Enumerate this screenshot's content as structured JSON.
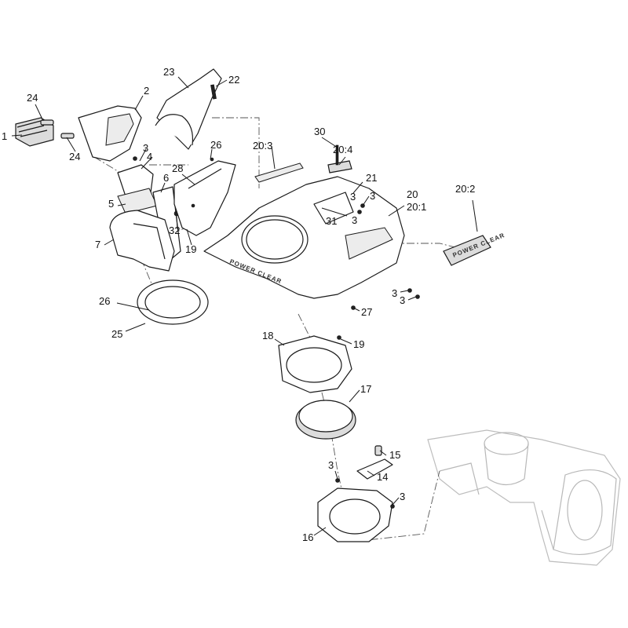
{
  "diagram": {
    "housing_decal_text": "POWER CLEAR",
    "decal_20_2_text": "POWER CLEAR",
    "callouts": [
      {
        "id": "c1",
        "label": "1"
      },
      {
        "id": "c2",
        "label": "2"
      },
      {
        "id": "c3a",
        "label": "3"
      },
      {
        "id": "c3b",
        "label": "3"
      },
      {
        "id": "c3c",
        "label": "3"
      },
      {
        "id": "c3d",
        "label": "3"
      },
      {
        "id": "c3e",
        "label": "3"
      },
      {
        "id": "c3f",
        "label": "3"
      },
      {
        "id": "c3g",
        "label": "3"
      },
      {
        "id": "c3h",
        "label": "3"
      },
      {
        "id": "c4",
        "label": "4"
      },
      {
        "id": "c5",
        "label": "5"
      },
      {
        "id": "c6",
        "label": "6"
      },
      {
        "id": "c7",
        "label": "7"
      },
      {
        "id": "c14",
        "label": "14"
      },
      {
        "id": "c15",
        "label": "15"
      },
      {
        "id": "c16",
        "label": "16"
      },
      {
        "id": "c17",
        "label": "17"
      },
      {
        "id": "c18",
        "label": "18"
      },
      {
        "id": "c19a",
        "label": "19"
      },
      {
        "id": "c19b",
        "label": "19"
      },
      {
        "id": "c20",
        "label": "20"
      },
      {
        "id": "c20_1",
        "label": "20:1"
      },
      {
        "id": "c20_2",
        "label": "20:2"
      },
      {
        "id": "c20_3",
        "label": "20:3"
      },
      {
        "id": "c20_4",
        "label": "20:4"
      },
      {
        "id": "c21",
        "label": "21"
      },
      {
        "id": "c22",
        "label": "22"
      },
      {
        "id": "c23",
        "label": "23"
      },
      {
        "id": "c24a",
        "label": "24"
      },
      {
        "id": "c24b",
        "label": "24"
      },
      {
        "id": "c25",
        "label": "25"
      },
      {
        "id": "c26a",
        "label": "26"
      },
      {
        "id": "c26b",
        "label": "26"
      },
      {
        "id": "c27",
        "label": "27"
      },
      {
        "id": "c28",
        "label": "28"
      },
      {
        "id": "c30",
        "label": "30"
      },
      {
        "id": "c31",
        "label": "31"
      },
      {
        "id": "c32",
        "label": "32"
      }
    ]
  }
}
